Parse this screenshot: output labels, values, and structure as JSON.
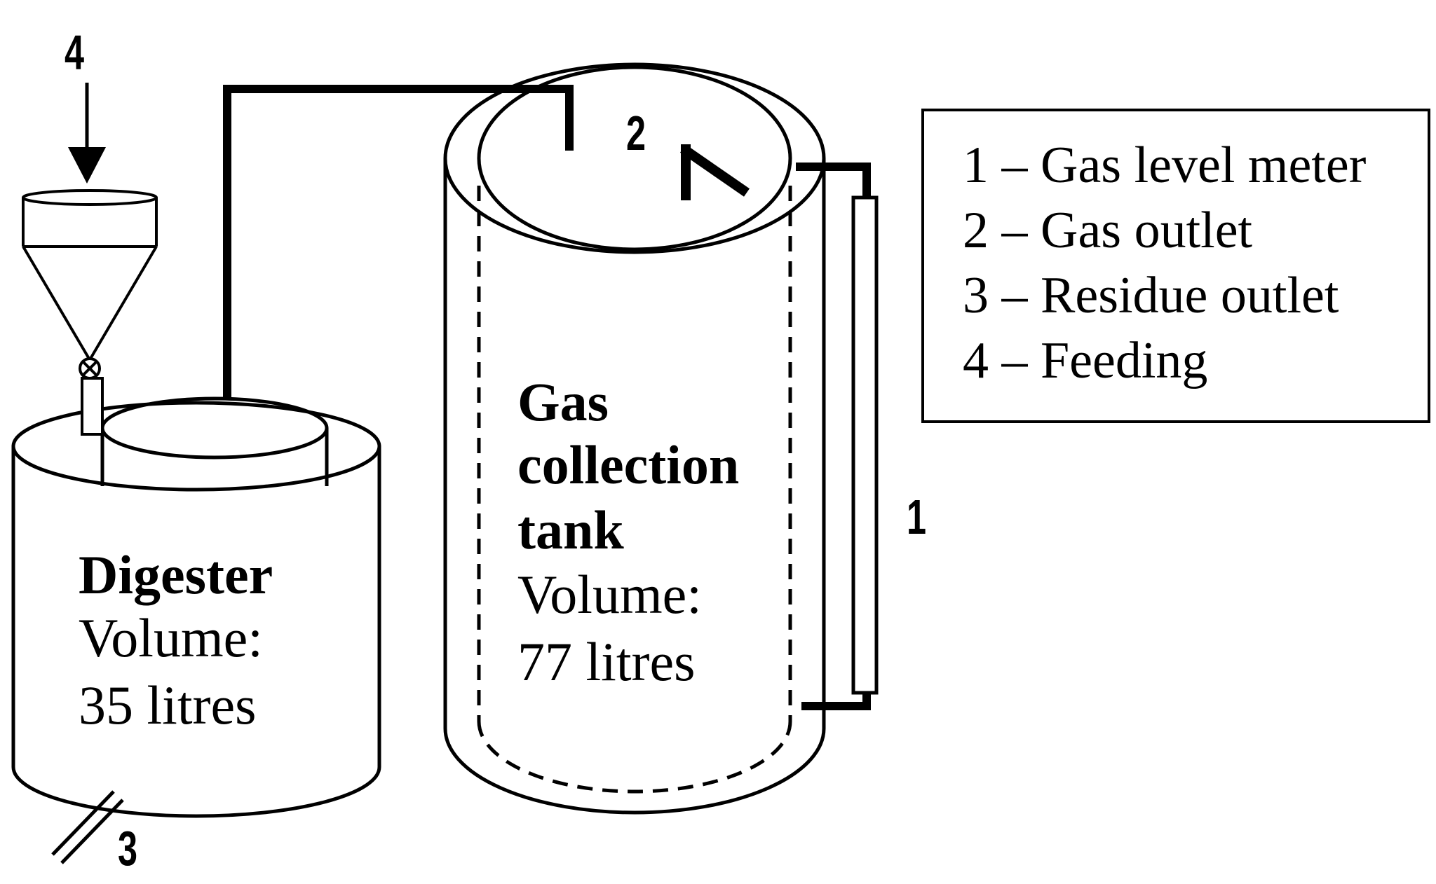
{
  "markers": {
    "m1": "1",
    "m2": "2",
    "m3": "3",
    "m4": "4"
  },
  "digester": {
    "name": "Digester",
    "volume_label": "Volume:",
    "volume_value": "35 litres"
  },
  "tank": {
    "name_line1": "Gas",
    "name_line2": "collection",
    "name_line3": "tank",
    "volume_label": "Volume:",
    "volume_value": "77 litres"
  },
  "legend": {
    "items": [
      "1 – Gas level meter",
      "2 – Gas outlet",
      "3 – Residue outlet",
      "4 – Feeding"
    ]
  }
}
